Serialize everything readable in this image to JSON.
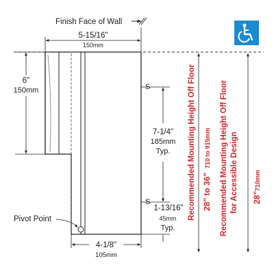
{
  "header": {
    "wall_label": "Finish Face of Wall"
  },
  "icons": {
    "accessibility": "wheelchair-icon"
  },
  "colors": {
    "accent_red": "#d0262b",
    "accessibility_blue": "#1b8ad0",
    "line": "#222222"
  },
  "dimensions": {
    "top_width_in": "5-15/16\"",
    "top_width_mm": "150mm",
    "height_in": "6\"",
    "height_mm": "150mm",
    "spacing_in": "7-1/4\"",
    "spacing_mm": "185mm",
    "spacing_typ": "Typ.",
    "lower_in": "1-13/16\"",
    "lower_mm": "45mm",
    "lower_typ": "Typ.",
    "bottom_width_in": "4-1/8\"",
    "bottom_width_mm": "105mm"
  },
  "markers": {
    "s_upper": "S",
    "s_lower": "S"
  },
  "labels": {
    "pivot_point": "Pivot Point"
  },
  "mounting": {
    "recommended_title": "Recommended Mounting Height Off Floor",
    "recommended_value_in": "28\" to 36\"",
    "recommended_value_mm": "710 to 915mm",
    "accessible_title_1": "Recommended Mounting Height Off Floor",
    "accessible_title_2": "for Accessible Design",
    "accessible_value_in": "28\"",
    "accessible_value_mm": "710mm"
  }
}
